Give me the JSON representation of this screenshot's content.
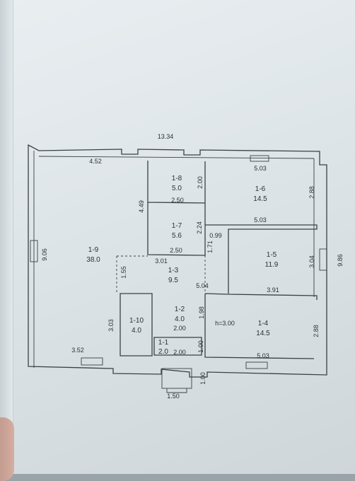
{
  "overall": {
    "top_width": "13.34",
    "right_height": "9.86",
    "left_height": "9.06"
  },
  "rooms": [
    {
      "id": "1-9",
      "area": "38.0"
    },
    {
      "id": "1-8",
      "area": "5.0"
    },
    {
      "id": "1-7",
      "area": "5.6"
    },
    {
      "id": "1-6",
      "area": "14.5"
    },
    {
      "id": "1-5",
      "area": "11.9"
    },
    {
      "id": "1-4",
      "area": "14.5"
    },
    {
      "id": "1-3",
      "area": "9.5"
    },
    {
      "id": "1-2",
      "area": "4.0"
    },
    {
      "id": "1-1",
      "area": "2.0"
    },
    {
      "id": "1-10",
      "area": "4.0"
    }
  ],
  "dimensions": {
    "d_4_52": "4.52",
    "d_5_03_top": "5.03",
    "d_2_00_room8": "2.00",
    "d_2_50_top": "2.50",
    "d_4_49": "4.49",
    "d_2_88_top": "2.88",
    "d_5_03_mid": "5.03",
    "d_2_24": "2.24",
    "d_0_99": "0.99",
    "d_1_71": "1.71",
    "d_2_50_bottom": "2.50",
    "d_3_01": "3.01",
    "d_1_55": "1.55",
    "d_3_04": "3.04",
    "d_5_04": "5.04",
    "d_3_91": "3.91",
    "d_1_98": "1.98",
    "d_2_00_mid": "2.00",
    "d_3_03": "3.03",
    "d_2_88_bottom": "2.88",
    "d_2_00_low": "2.00",
    "d_1_00_right": "1.00",
    "d_3_52": "3.52",
    "d_5_03_bottom": "5.03",
    "d_1_00_porch": "1.00",
    "d_1_50": "1.50",
    "ceiling": "h=3.00"
  },
  "colors": {
    "ink": "#2b3136",
    "paper": "#e4eaed"
  }
}
